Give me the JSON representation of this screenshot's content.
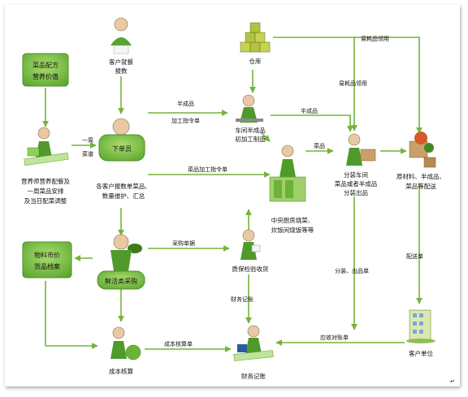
{
  "nodes": {
    "recipe_box": {
      "line1": "菜品配方",
      "line2": "营养价值"
    },
    "customer_order": {
      "line1": "客户就餐",
      "line2": "报数"
    },
    "warehouse": "仓库",
    "order_clerk": "下单员",
    "order_tasks": {
      "line1": "各客户报数单菜品、",
      "line2": "数量维护、汇总"
    },
    "semi_finished": {
      "line1": "车间半成品",
      "line2": "初加工制造"
    },
    "central_kitchen": {
      "line1": "中央厨房烧菜、",
      "line2": "炊饭间烧饭等等"
    },
    "dispatch": {
      "line1": "分装车间",
      "line2": "菜品或者半成品",
      "line3": "分装出品"
    },
    "raw_materials": {
      "line1": "原材料、半成品、",
      "line2": "菜品等配送"
    },
    "nutritionist": {
      "line1": "营养师营养配餐及",
      "line2": "一周菜品安排",
      "line3": "及当日配菜调整"
    },
    "market_box": {
      "line1": "物料市价",
      "line2": "货品档案"
    },
    "fresh_purchase": "鲜活类采购",
    "quality_check": "质保检验收货",
    "customer_unit": "客户单位",
    "cost_accounting": "成本核算",
    "finance": "财务记账"
  },
  "edges": {
    "weekly_menu": {
      "line1": "一周",
      "line2": "菜谱"
    },
    "semi_order": {
      "line1": "半成品",
      "line2": "加工指令单"
    },
    "consumables_1": "易耗品领用",
    "consumables_2": "易耗品领用",
    "semi_product": "半成品",
    "dishes": "菜品",
    "dish_order": "菜品加工指令单",
    "purchase_order": "采购单据",
    "delivery_order": "配送单",
    "split_order": "分装、出品单",
    "finance_record": "财务记账",
    "cost_order": "成本核算单",
    "receivable_order": "应收对账单"
  },
  "colors": {
    "arrow": "#74b43a",
    "box": "#6cb33f",
    "box_text": "#1a1a1a"
  }
}
